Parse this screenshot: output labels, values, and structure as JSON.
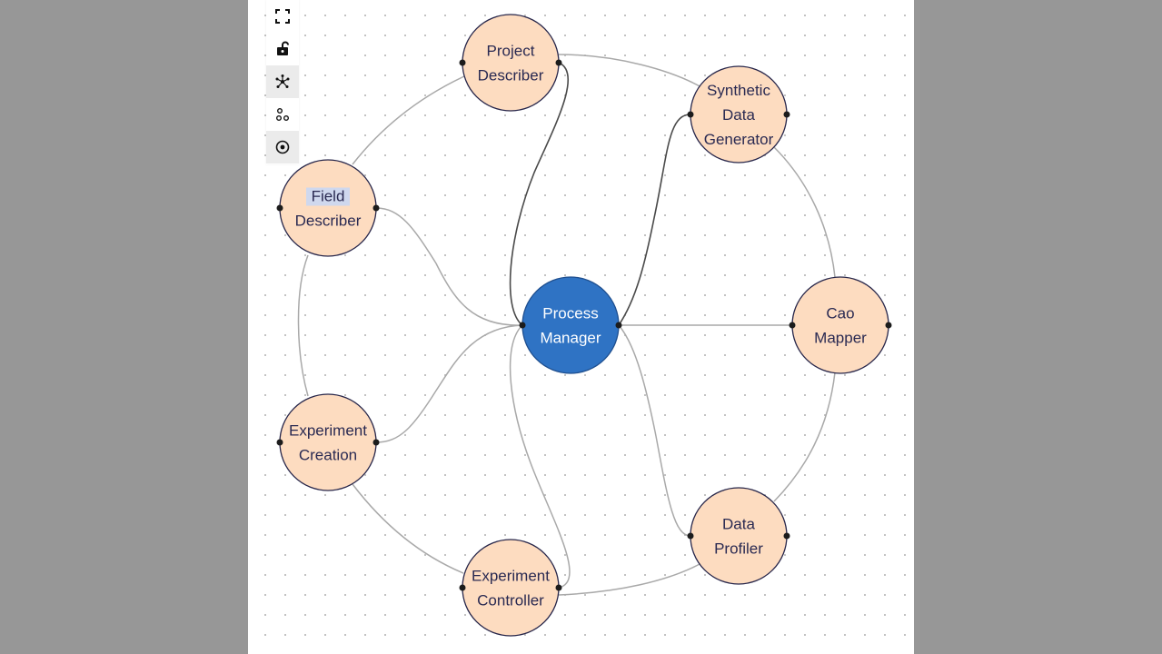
{
  "toolbar": {
    "buttons": [
      {
        "name": "fit-view-button",
        "icon": "fullscreen-icon",
        "active": false
      },
      {
        "name": "lock-button",
        "icon": "unlock-icon",
        "active": false
      },
      {
        "name": "force-layout-button",
        "icon": "network-icon",
        "active": true
      },
      {
        "name": "cluster-layout-button",
        "icon": "cluster-icon",
        "active": false
      },
      {
        "name": "center-view-button",
        "icon": "target-icon",
        "active": true
      }
    ]
  },
  "colors": {
    "node_fill": "#fddcc0",
    "node_stroke": "#27264a",
    "center_fill": "#2f73c4",
    "edge": "#a9a9a9",
    "edge_strong": "#4a4a4a"
  },
  "nodes": [
    {
      "id": "project-describer",
      "lines": [
        "Project",
        "Describer"
      ]
    },
    {
      "id": "synthetic-data-generator",
      "lines": [
        "Synthetic",
        "Data",
        "Generator"
      ]
    },
    {
      "id": "field-describer",
      "lines": [
        "Field",
        "Describer"
      ],
      "selected_word": "Field"
    },
    {
      "id": "process-manager",
      "lines": [
        "Process",
        "Manager"
      ],
      "center": true
    },
    {
      "id": "cao-mapper",
      "lines": [
        "Cao",
        "Mapper"
      ]
    },
    {
      "id": "experiment-creation",
      "lines": [
        "Experiment",
        "Creation"
      ]
    },
    {
      "id": "data-profiler",
      "lines": [
        "Data",
        "Profiler"
      ]
    },
    {
      "id": "experiment-controller",
      "lines": [
        "Experiment",
        "Controller"
      ]
    }
  ],
  "edges": [
    {
      "from": "process-manager",
      "to": "project-describer",
      "strong": true
    },
    {
      "from": "process-manager",
      "to": "synthetic-data-generator",
      "strong": true
    },
    {
      "from": "process-manager",
      "to": "field-describer",
      "strong": false
    },
    {
      "from": "process-manager",
      "to": "cao-mapper",
      "strong": false
    },
    {
      "from": "process-manager",
      "to": "experiment-creation",
      "strong": false
    },
    {
      "from": "process-manager",
      "to": "data-profiler",
      "strong": false
    },
    {
      "from": "process-manager",
      "to": "experiment-controller",
      "strong": false
    },
    {
      "from": "project-describer",
      "to": "synthetic-data-generator",
      "strong": false
    },
    {
      "from": "synthetic-data-generator",
      "to": "cao-mapper",
      "strong": false
    },
    {
      "from": "cao-mapper",
      "to": "data-profiler",
      "strong": false
    },
    {
      "from": "data-profiler",
      "to": "experiment-controller",
      "strong": false
    },
    {
      "from": "experiment-controller",
      "to": "experiment-creation",
      "strong": false
    },
    {
      "from": "experiment-creation",
      "to": "field-describer",
      "strong": false
    },
    {
      "from": "field-describer",
      "to": "project-describer",
      "strong": false
    }
  ]
}
